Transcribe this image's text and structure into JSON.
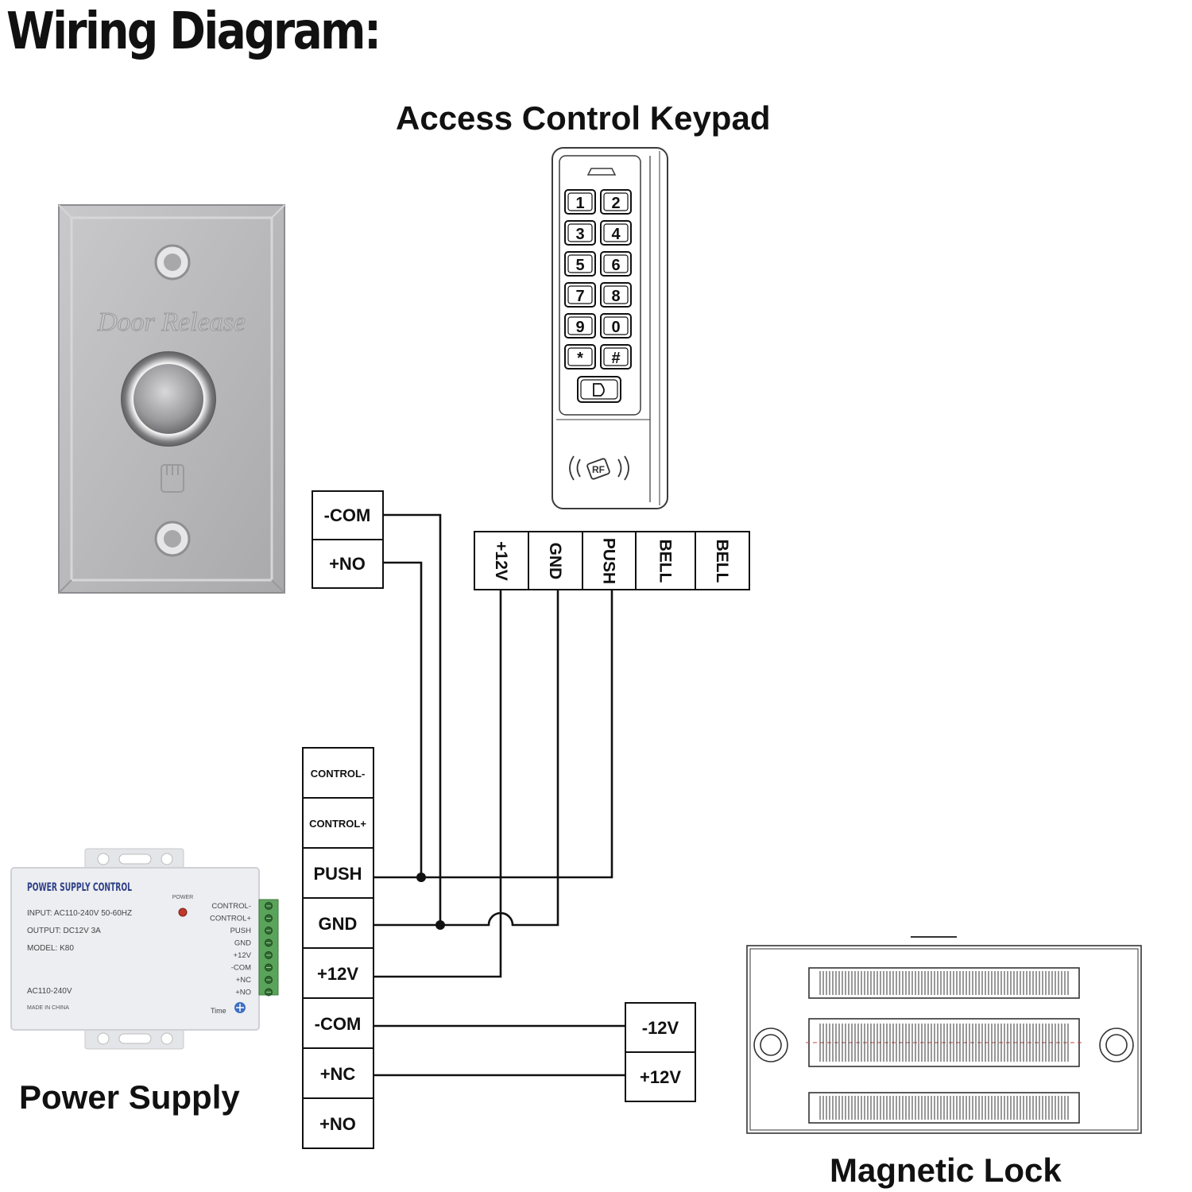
{
  "title": "Wiring Diagram:",
  "keypad": {
    "caption": "Access Control Keypad",
    "keys": [
      "1",
      "2",
      "3",
      "4",
      "5",
      "6",
      "7",
      "8",
      "9",
      "0",
      "*",
      "#"
    ],
    "rf_label": "RF",
    "terminals": [
      "+12V",
      "GND",
      "PUSH",
      "BELL",
      "BELL"
    ]
  },
  "door_release": {
    "plate_text": "Door Release",
    "terminals": [
      "-COM",
      "+NO"
    ]
  },
  "power_supply": {
    "caption": "Power Supply",
    "unit_title": "POWER SUPPLY CONTROL",
    "power_label": "POWER",
    "input": "INPUT: AC110-240V 50-60HZ",
    "output": "OUTPUT: DC12V  3A",
    "model": "MODEL: K80",
    "ac": "AC110-240V",
    "made_in": "MADE IN CHINA",
    "time_label": "Time",
    "unit_terminals": [
      "CONTROL-",
      "CONTROL+",
      "PUSH",
      "GND",
      "+12V",
      "-COM",
      "+NC",
      "+NO"
    ],
    "terminals": [
      "CONTROL-",
      "CONTROL+",
      "PUSH",
      "GND",
      "+12V",
      "-COM",
      "+NC",
      "+NO"
    ]
  },
  "magnetic_lock": {
    "caption": "Magnetic Lock",
    "terminals": [
      "-12V",
      "+12V"
    ]
  },
  "colors": {
    "line": "#111111",
    "metal": "#b8b8ba",
    "metal_dark": "#8d8d90",
    "unit": "#e8e9ec"
  }
}
